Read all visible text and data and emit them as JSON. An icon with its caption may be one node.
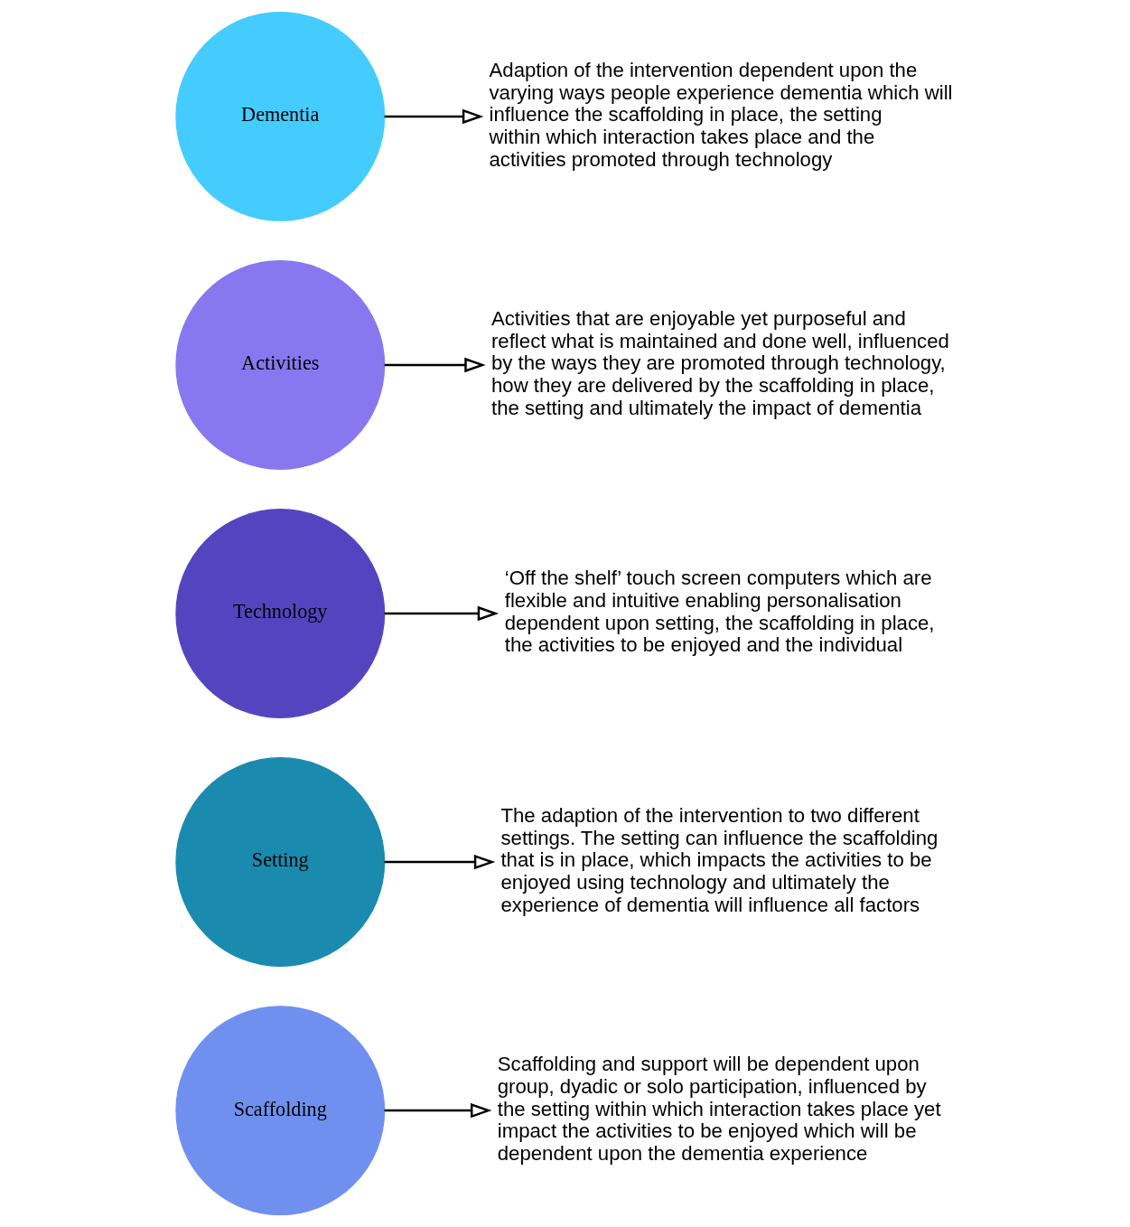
{
  "diagram": {
    "nodes": [
      {
        "text": [
          "Dementia"
        ]
      },
      {
        "text": [
          "Activities"
        ]
      },
      {
        "text": [
          "Technology"
        ]
      },
      {
        "text": [
          "Setting"
        ]
      },
      {
        "text": [
          "Scaffolding"
        ]
      },
      {
        "text": [
          "Adaption of the intervention dependent upon the varying ways people experience dementia which will influence the scaffolding in place, the setting within which interaction takes place and the activities promoted through technology"
        ]
      },
      {
        "text": [
          "Activities that are enjoyable yet purposeful and reflect what is maintained and done well, influenced by the ways they are promoted through technology, how they are delivered by the scaffolding in place, the setting and ultimately the impact of dementia"
        ]
      },
      {
        "text": [
          "‘Off the shelf’ touch screen computers which are flexible and intuitive enabling personalisation dependent upon setting, the scaffolding in place, the activities to be enjoyed and the individual"
        ]
      },
      {
        "text": [
          "The adaption of the intervention to two different settings. The setting can influence the scaffolding that is in place, which impacts the activities to be enjoyed using technology and ultimately the experience of dementia will influence all factors"
        ]
      },
      {
        "text": [
          "Scaffolding and support will be dependent upon group, dyadic or solo participation, influenced by the setting within which interaction takes place yet impact the activities to be enjoyed which will be dependent upon the dementia experience"
        ]
      }
    ],
    "edges": [
      {
        "from": 0,
        "to": 5,
        "arrow": "to"
      },
      {
        "from": 1,
        "to": 6,
        "arrow": "to"
      },
      {
        "from": 2,
        "to": 7,
        "arrow": "to"
      },
      {
        "from": 3,
        "to": 8,
        "arrow": "to"
      },
      {
        "from": 4,
        "to": 9,
        "arrow": "to"
      }
    ]
  }
}
